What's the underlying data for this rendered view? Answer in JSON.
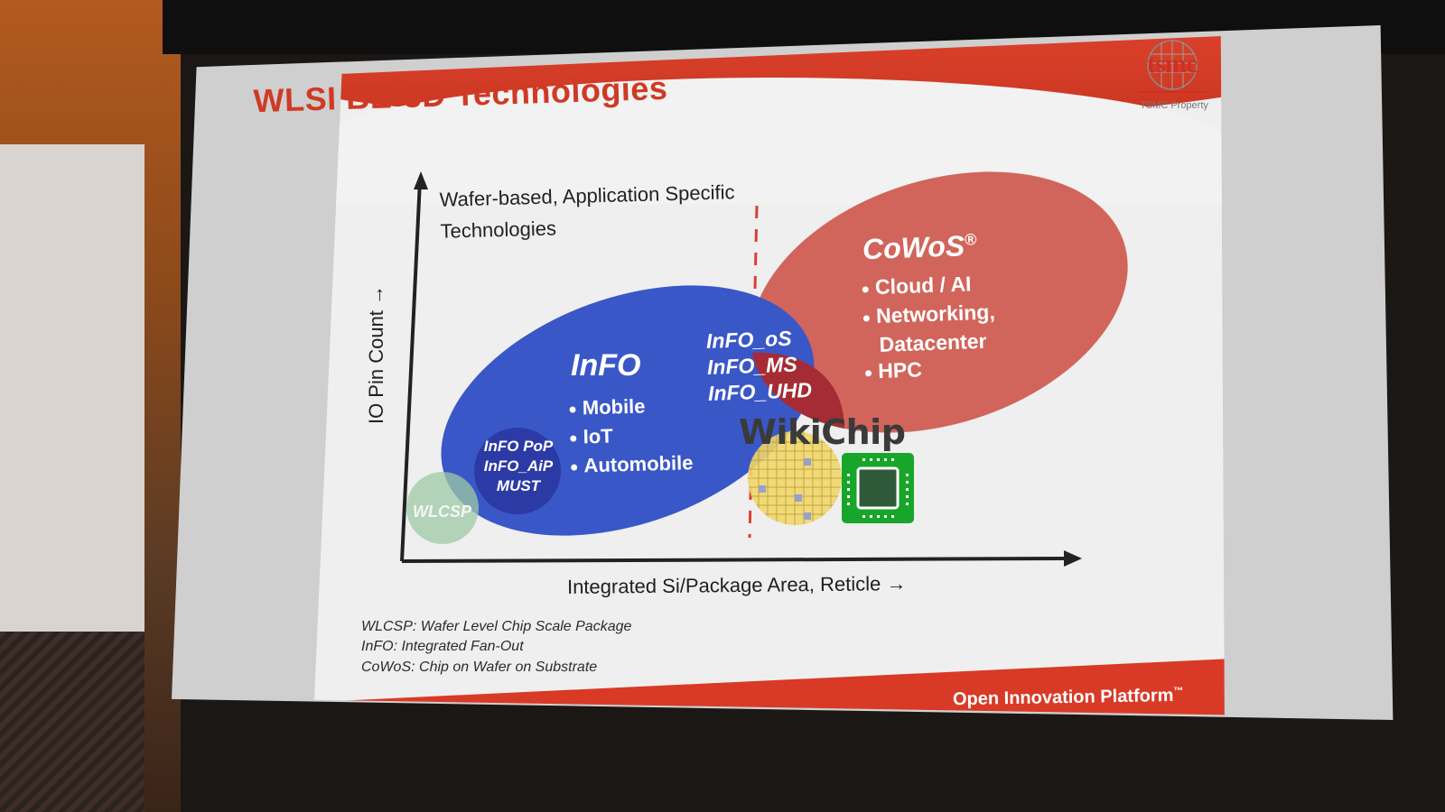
{
  "slide": {
    "title": "WLSI BE-3D Technologies",
    "logo_text": "tsmc",
    "property_text": "TSMC Property",
    "footer_brand": "Open Innovation Platform",
    "footer_tm": "™",
    "corner_note": "Wafer-based, Application Specific Technologies",
    "x_axis_label": "Integrated Si/Package Area, Reticle →",
    "y_axis_label": "IO Pin Count →",
    "regions": {
      "wlcsp": {
        "label": "WLCSP"
      },
      "info": {
        "label": "InFO",
        "bullets": [
          "Mobile",
          "IoT",
          "Automobile"
        ]
      },
      "info_small": {
        "lines": [
          "InFO PoP",
          "InFO_AiP",
          "MUST"
        ]
      },
      "overlap": {
        "lines": [
          "InFO_oS",
          "InFO_MS",
          "InFO_UHD"
        ]
      },
      "cowos": {
        "label": "CoWoS",
        "registered": "®",
        "bullets": [
          "Cloud / AI",
          "Networking,",
          "Datacenter",
          "HPC"
        ]
      }
    },
    "abbreviations": [
      "WLCSP: Wafer Level Chip Scale Package",
      "InFO: Integrated Fan-Out",
      "CoWoS: Chip on Wafer on Substrate"
    ]
  },
  "watermark": {
    "text": "WikiChip"
  },
  "colors": {
    "accent_red": "#cf3a24",
    "info_blue": "#3a57c8",
    "cowos_red": "#cf5a50",
    "overlap_red": "#a52b35",
    "wlcsp_green": "#9fc9a6"
  }
}
